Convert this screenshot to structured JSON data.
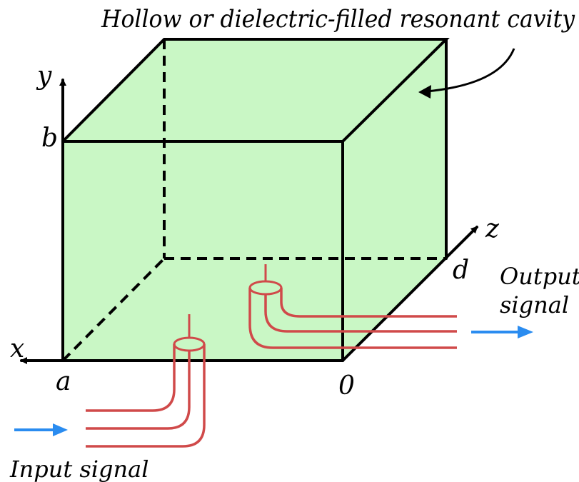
{
  "title": "Hollow or dielectric-filled resonant cavity",
  "axes": {
    "x": "x",
    "y": "y",
    "z": "z"
  },
  "dimensions": {
    "a": "a",
    "b": "b",
    "d": "d",
    "origin": "0"
  },
  "signals": {
    "input": "Input signal",
    "output_line1": "Output",
    "output_line2": "signal"
  },
  "colors": {
    "cavity_fill": "#c9f7c5",
    "edges": "#000000",
    "coax_line": "#d04a4a",
    "signal_arrow": "#2a8cf0"
  },
  "icons": {
    "input_arrow": "arrow-right-icon",
    "output_arrow": "arrow-right-icon"
  }
}
